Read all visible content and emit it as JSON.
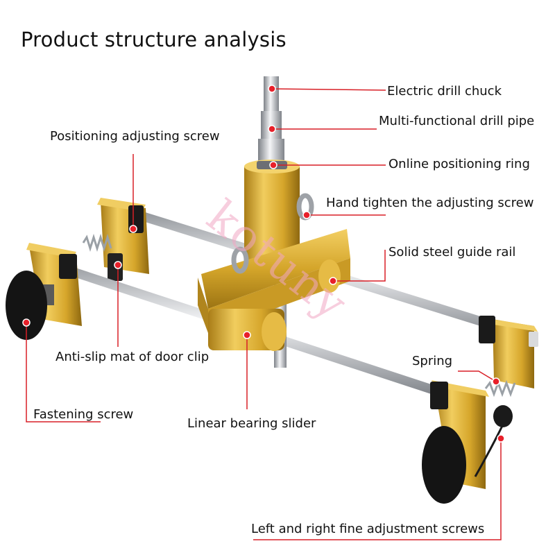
{
  "title": "Product structure analysis",
  "watermark": "kotuny",
  "colors": {
    "leader": "#d81f26",
    "dot": "#e8202a",
    "gold": "#d4a52a",
    "steel": "#c9ccd1"
  },
  "labels": {
    "electric_drill_chuck": "Electric drill chuck",
    "multi_functional_drill_pipe": "Multi-functional drill pipe",
    "online_positioning_ring": "Online positioning ring",
    "positioning_adjusting_screw": "Positioning adjusting screw",
    "hand_tighten_adjusting_screw": "Hand tighten the adjusting screw",
    "solid_steel_guide_rail": "Solid steel guide rail",
    "anti_slip_mat": "Anti-slip mat of door clip",
    "spring": "Spring",
    "fastening_screw": "Fastening screw",
    "linear_bearing_slider": "Linear bearing slider",
    "fine_adjustment_screws": "Left and right fine adjustment screws"
  }
}
